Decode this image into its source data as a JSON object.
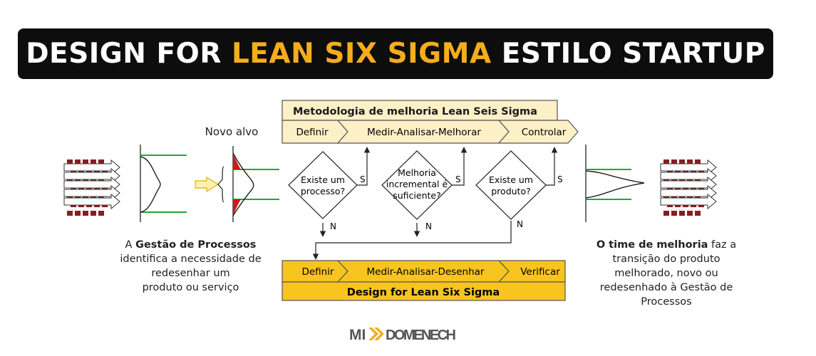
{
  "banner": {
    "part1": "DESIGN FOR",
    "part2": "LEAN SIX SIGMA",
    "part3": "ESTILO STARTUP"
  },
  "colors": {
    "accent": "#f5ad1f",
    "bar_light": "#fdefc6",
    "bar_dark": "#f7c51d",
    "green": "#2aa23a",
    "red": "#d01818",
    "brick": "#8a1e1e"
  },
  "top_method": {
    "title": "Metodologia de melhoria Lean Seis Sigma",
    "steps": [
      "Definir",
      "Medir-Analisar-Melhorar",
      "Controlar"
    ]
  },
  "bottom_method": {
    "title": "Design for Lean Six Sigma",
    "steps": [
      "Definir",
      "Medir-Analisar-Desenhar",
      "Verificar"
    ]
  },
  "new_target_label": "Novo alvo",
  "decisions": [
    {
      "lines": [
        "Existe um",
        "processo?"
      ],
      "yes": "S",
      "no": "N"
    },
    {
      "lines": [
        "Melhoria",
        "incremental é",
        "suficiente?"
      ],
      "yes": "S",
      "no": "N"
    },
    {
      "lines": [
        "Existe um",
        "produto?"
      ],
      "yes": "S",
      "no": "N"
    }
  ],
  "left_caption": {
    "pre": "A ",
    "bold": "Gestão de Processos",
    "l1_rest": "",
    "l2": "identifica a necessidade de",
    "l3": "redesenhar um",
    "l4": "produto ou serviço"
  },
  "right_caption": {
    "bold": "O time de melhoria",
    "l1_rest": " faz a",
    "l2": "transição do produto",
    "l3": "melhorado, novo ou",
    "l4": "redesenhado à Gestão de",
    "l5": "Processos"
  },
  "logo": {
    "text": "MI DOMENECH"
  }
}
